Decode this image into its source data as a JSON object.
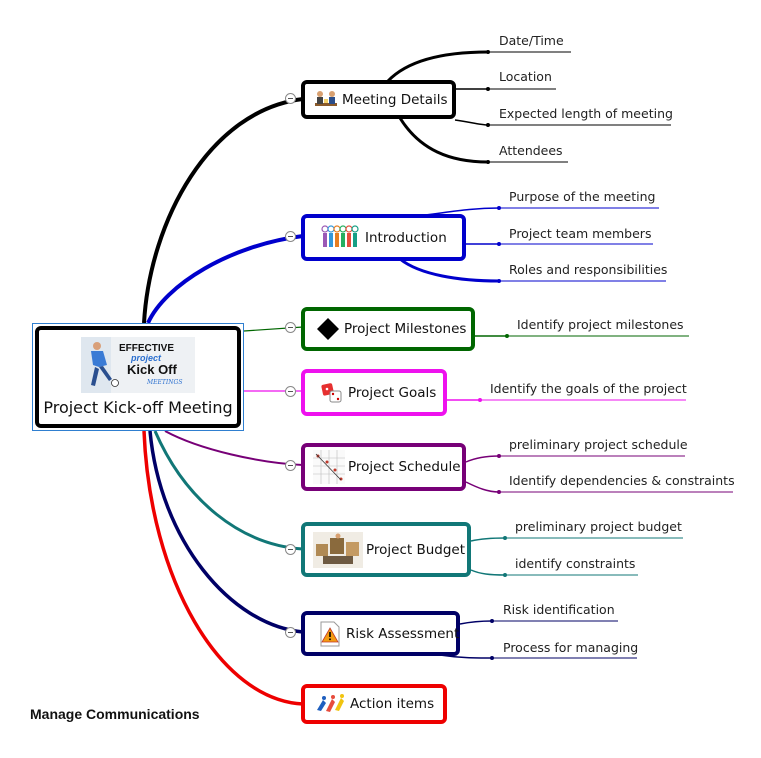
{
  "central": {
    "title": "Project Kick-off Meeting",
    "image_text": [
      "EFFECTIVE",
      "project",
      "Kick Off",
      "MEETINGS"
    ]
  },
  "branches": [
    {
      "label": "Meeting Details",
      "icon": "meeting-people-icon",
      "color": "#000000",
      "leaves": [
        "Date/Time",
        "Location",
        "Expected length of meeting",
        "Attendees"
      ]
    },
    {
      "label": "Introduction",
      "icon": "team-people-icon",
      "color": "#0000cc",
      "leaves": [
        "Purpose of the meeting",
        "Project team members",
        "Roles and responsibilities"
      ]
    },
    {
      "label": "Project Milestones",
      "icon": "diamond-icon",
      "color": "#006600",
      "leaves": [
        "Identify project milestones"
      ]
    },
    {
      "label": "Project Goals",
      "icon": "dice-icon",
      "color": "#ee11ee",
      "leaves": [
        "Identify the goals of the project"
      ]
    },
    {
      "label": "Project Schedule",
      "icon": "schedule-grid-icon",
      "color": "#770077",
      "leaves": [
        "preliminary project schedule",
        "Identify dependencies & constraints"
      ]
    },
    {
      "label": "Project Budget",
      "icon": "budget-boxes-icon",
      "color": "#117777",
      "leaves": [
        "preliminary project budget",
        "identify constraints"
      ]
    },
    {
      "label": "Risk Assessment",
      "icon": "warning-document-icon",
      "color": "#000066",
      "leaves": [
        "Risk identification",
        "Process for managing"
      ]
    },
    {
      "label": "Action items",
      "icon": "action-figures-icon",
      "color": "#ee0000",
      "leaves": []
    }
  ],
  "caption": "Manage Communications"
}
